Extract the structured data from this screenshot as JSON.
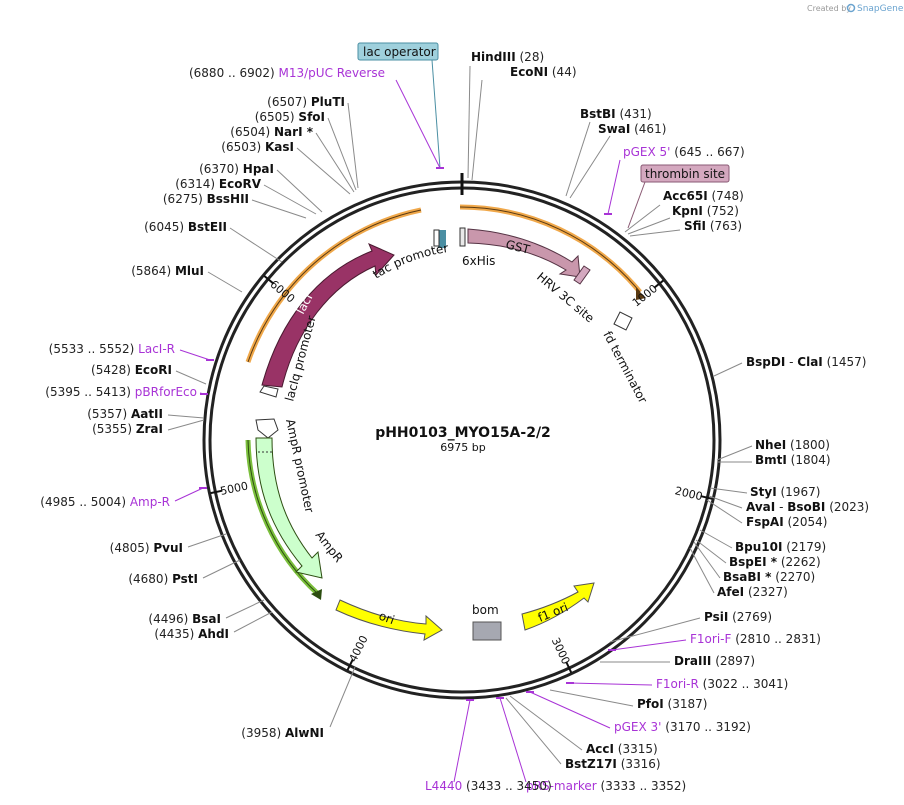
{
  "credit": {
    "prefix": "Created by",
    "brand": "SnapGene"
  },
  "map": {
    "name": "pHH0103_MYO15A-2/2",
    "length_label": "6975 bp",
    "total_bp": 6975
  },
  "ticks": [
    {
      "bp": 1000,
      "label": "1000"
    },
    {
      "bp": 2000,
      "label": "2000"
    },
    {
      "bp": 3000,
      "label": "3000"
    },
    {
      "bp": 4000,
      "label": "4000"
    },
    {
      "bp": 5000,
      "label": "5000"
    },
    {
      "bp": 6000,
      "label": "6000"
    }
  ],
  "boxed_features": [
    {
      "label": "lac operator",
      "bg": "#9fd0dc",
      "border": "#4b8fa3"
    },
    {
      "label": "thrombin site",
      "bg": "#d4a8bf",
      "border": "#8a5a74"
    }
  ],
  "sites": [
    {
      "type": "enzyme",
      "name": "HindIII",
      "pos": "(28)"
    },
    {
      "type": "enzyme",
      "name": "EcoNI",
      "pos": "(44)"
    },
    {
      "type": "enzyme",
      "name": "BstBI",
      "pos": "(431)"
    },
    {
      "type": "enzyme",
      "name": "SwaI",
      "pos": "(461)"
    },
    {
      "type": "primer",
      "name": "pGEX 5'",
      "pos": "(645 .. 667)"
    },
    {
      "type": "enzyme",
      "name": "Acc65I",
      "pos": "(748)"
    },
    {
      "type": "enzyme",
      "name": "KpnI",
      "pos": "(752)"
    },
    {
      "type": "enzyme",
      "name": "SfiI",
      "pos": "(763)"
    },
    {
      "type": "enzyme",
      "name": "BspDI",
      "sep": "-",
      "name2": "ClaI",
      "pos": "(1457)"
    },
    {
      "type": "enzyme",
      "name": "NheI",
      "pos": "(1800)"
    },
    {
      "type": "enzyme",
      "name": "BmtI",
      "pos": "(1804)"
    },
    {
      "type": "enzyme",
      "name": "StyI",
      "pos": "(1967)"
    },
    {
      "type": "enzyme",
      "name": "AvaI",
      "sep": "-",
      "name2": "BsoBI",
      "pos": "(2023)"
    },
    {
      "type": "enzyme",
      "name": "FspAI",
      "pos": "(2054)"
    },
    {
      "type": "enzyme",
      "name": "Bpu10I",
      "pos": "(2179)"
    },
    {
      "type": "enzyme",
      "name": "BspEI *",
      "pos": "(2262)"
    },
    {
      "type": "enzyme",
      "name": "BsaBI *",
      "pos": "(2270)"
    },
    {
      "type": "enzyme",
      "name": "AfeI",
      "pos": "(2327)"
    },
    {
      "type": "enzyme",
      "name": "PsiI",
      "pos": "(2769)"
    },
    {
      "type": "primer",
      "name": "F1ori-F",
      "pos": "(2810 .. 2831)"
    },
    {
      "type": "enzyme",
      "name": "DraIII",
      "pos": "(2897)"
    },
    {
      "type": "primer",
      "name": "F1ori-R",
      "pos": "(3022 .. 3041)"
    },
    {
      "type": "enzyme",
      "name": "PfoI",
      "pos": "(3187)"
    },
    {
      "type": "primer",
      "name": "pGEX 3'",
      "pos": "(3170 .. 3192)"
    },
    {
      "type": "enzyme",
      "name": "AccI",
      "pos": "(3315)"
    },
    {
      "type": "enzyme",
      "name": "BstZ17I",
      "pos": "(3316)"
    },
    {
      "type": "primer",
      "name": "pRS-marker",
      "pos": "(3333 .. 3352)"
    },
    {
      "type": "primer",
      "name": "L4440",
      "pos": "(3433 .. 3450)"
    },
    {
      "type": "enzyme",
      "name": "AlwNI",
      "pos": "(3958)"
    },
    {
      "type": "enzyme",
      "name": "AhdI",
      "pos": "(4435)"
    },
    {
      "type": "enzyme",
      "name": "BsaI",
      "pos": "(4496)"
    },
    {
      "type": "enzyme",
      "name": "PstI",
      "pos": "(4680)"
    },
    {
      "type": "enzyme",
      "name": "PvuI",
      "pos": "(4805)"
    },
    {
      "type": "primer",
      "name": "Amp-R",
      "pos": "(4985 .. 5004)"
    },
    {
      "type": "enzyme",
      "name": "ZraI",
      "pos": "(5355)"
    },
    {
      "type": "enzyme",
      "name": "AatII",
      "pos": "(5357)"
    },
    {
      "type": "primer",
      "name": "pBRforEco",
      "pos": "(5395 .. 5413)"
    },
    {
      "type": "enzyme",
      "name": "EcoRI",
      "pos": "(5428)"
    },
    {
      "type": "primer",
      "name": "LacI-R",
      "pos": "(5533 .. 5552)"
    },
    {
      "type": "enzyme",
      "name": "MluI",
      "pos": "(5864)"
    },
    {
      "type": "enzyme",
      "name": "BstEII",
      "pos": "(6045)"
    },
    {
      "type": "enzyme",
      "name": "BssHII",
      "pos": "(6275)"
    },
    {
      "type": "enzyme",
      "name": "EcoRV",
      "pos": "(6314)"
    },
    {
      "type": "enzyme",
      "name": "HpaI",
      "pos": "(6370)"
    },
    {
      "type": "enzyme",
      "name": "KasI",
      "pos": "(6503)"
    },
    {
      "type": "enzyme",
      "name": "NarI *",
      "pos": "(6504)"
    },
    {
      "type": "enzyme",
      "name": "SfoI",
      "pos": "(6505)"
    },
    {
      "type": "enzyme",
      "name": "PluTI",
      "pos": "(6507)"
    },
    {
      "type": "primer",
      "name": "M13/pUC Reverse",
      "pos": "(6880 .. 6902)"
    }
  ],
  "features": [
    {
      "label": "tac promoter",
      "color": "#ffffff"
    },
    {
      "label": "6xHis",
      "color": "#e9e9e9"
    },
    {
      "label": "GST",
      "color": "#c997ac"
    },
    {
      "label": "HRV 3C site",
      "color": "#d4a8bf"
    },
    {
      "label": "fd terminator",
      "color": "#ffffff"
    },
    {
      "label": "lacI",
      "color": "#993366"
    },
    {
      "label": "lacIq promoter",
      "color": "#ffffff"
    },
    {
      "label": "AmpR promoter",
      "color": "#ffffff"
    },
    {
      "label": "AmpR",
      "color": "#ccffcc"
    },
    {
      "label": "ori",
      "color": "#ffff00"
    },
    {
      "label": "bom",
      "color": "#a6a8b1"
    },
    {
      "label": "f1 ori",
      "color": "#ffff00"
    }
  ]
}
